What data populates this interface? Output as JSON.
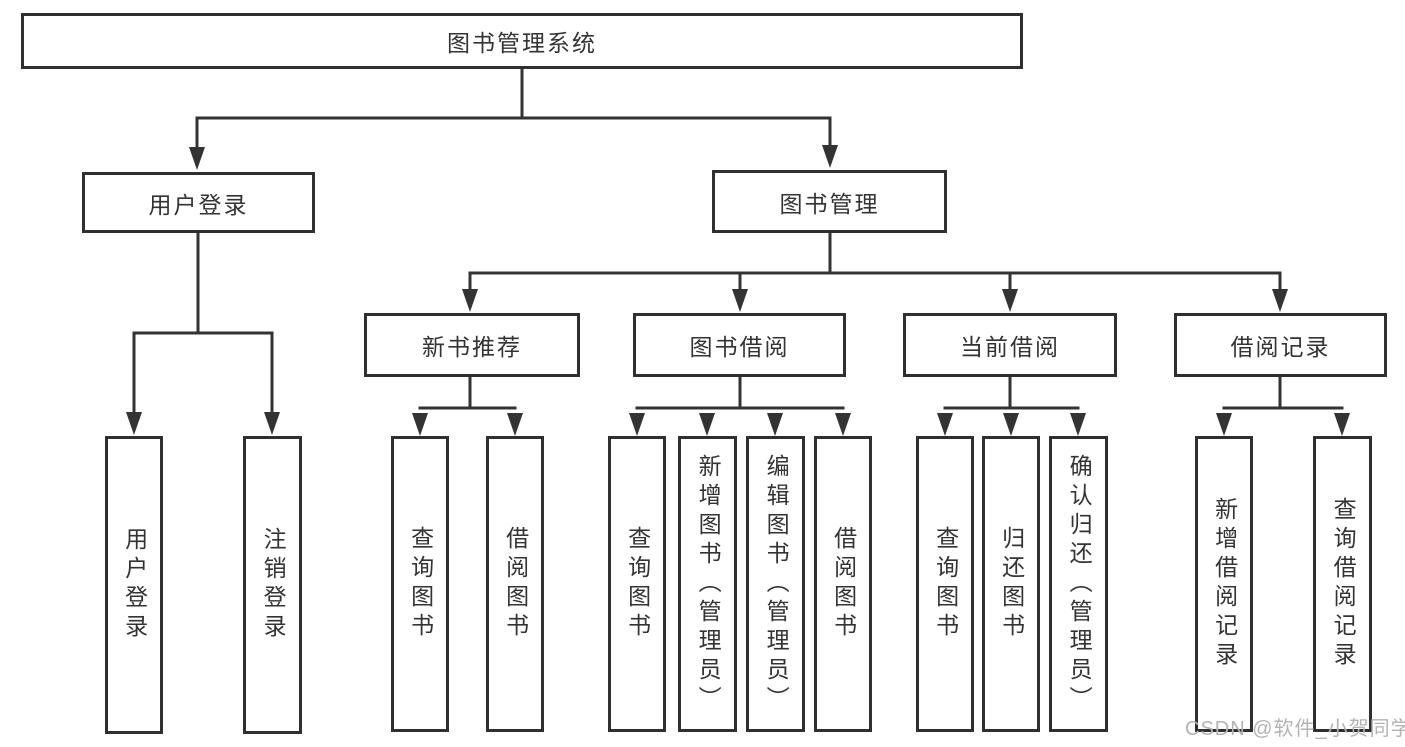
{
  "diagram": {
    "root": {
      "label": "图书管理系统"
    },
    "login": {
      "label": "用户登录",
      "children": [
        {
          "label": "用户登录"
        },
        {
          "label": "注销登录"
        }
      ]
    },
    "manage": {
      "label": "图书管理",
      "sections": [
        {
          "label": "新书推荐",
          "children": [
            {
              "label": "查询图书"
            },
            {
              "label": "借阅图书"
            }
          ]
        },
        {
          "label": "图书借阅",
          "children": [
            {
              "label": "查询图书"
            },
            {
              "label": "新增图书（管理员）"
            },
            {
              "label": "编辑图书（管理员）"
            },
            {
              "label": "借阅图书"
            }
          ]
        },
        {
          "label": "当前借阅",
          "children": [
            {
              "label": "查询图书"
            },
            {
              "label": "归还图书"
            },
            {
              "label": "确认归还（管理员）"
            }
          ]
        },
        {
          "label": "借阅记录",
          "children": [
            {
              "label": "新增借阅记录"
            },
            {
              "label": "查询借阅记录"
            }
          ]
        }
      ]
    }
  },
  "watermark": {
    "text": "CSDN @软件_小贺同学"
  },
  "colors": {
    "line": "#333333",
    "border": "#2f2f2f",
    "text": "#333333",
    "watermark": "#b3b3b3",
    "background": "#ffffff"
  }
}
